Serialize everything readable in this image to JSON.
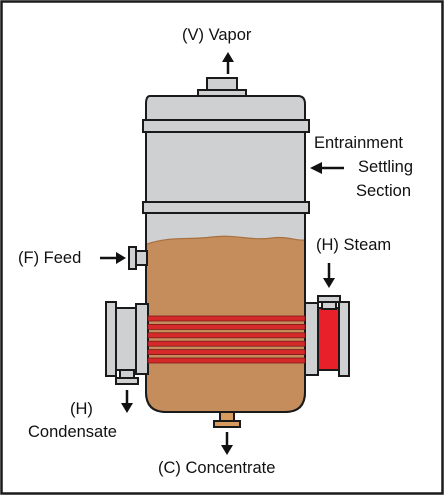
{
  "labels": {
    "vapor": "(V) Vapor",
    "entrainment": [
      "Entrainment",
      "Settling",
      "Section"
    ],
    "feed": "(F) Feed",
    "steam": "(H) Steam",
    "condensate": [
      "(H)",
      "Condensate"
    ],
    "concentrate": "(C) Concentrate"
  },
  "colors": {
    "frame": "#1a1a1a",
    "vessel_gray": "#cfd0d2",
    "liquid": "#c58c5c",
    "liquid_dark": "#b07848",
    "steam_red": "#e8202a",
    "tube_red": "#d62a2a",
    "tube_gap": "#c9a0a0",
    "pipe_orange": "#d79a5f"
  },
  "icons": [
    "arrow-up-icon",
    "arrow-left-icon",
    "arrow-right-icon",
    "arrow-down-icon"
  ]
}
